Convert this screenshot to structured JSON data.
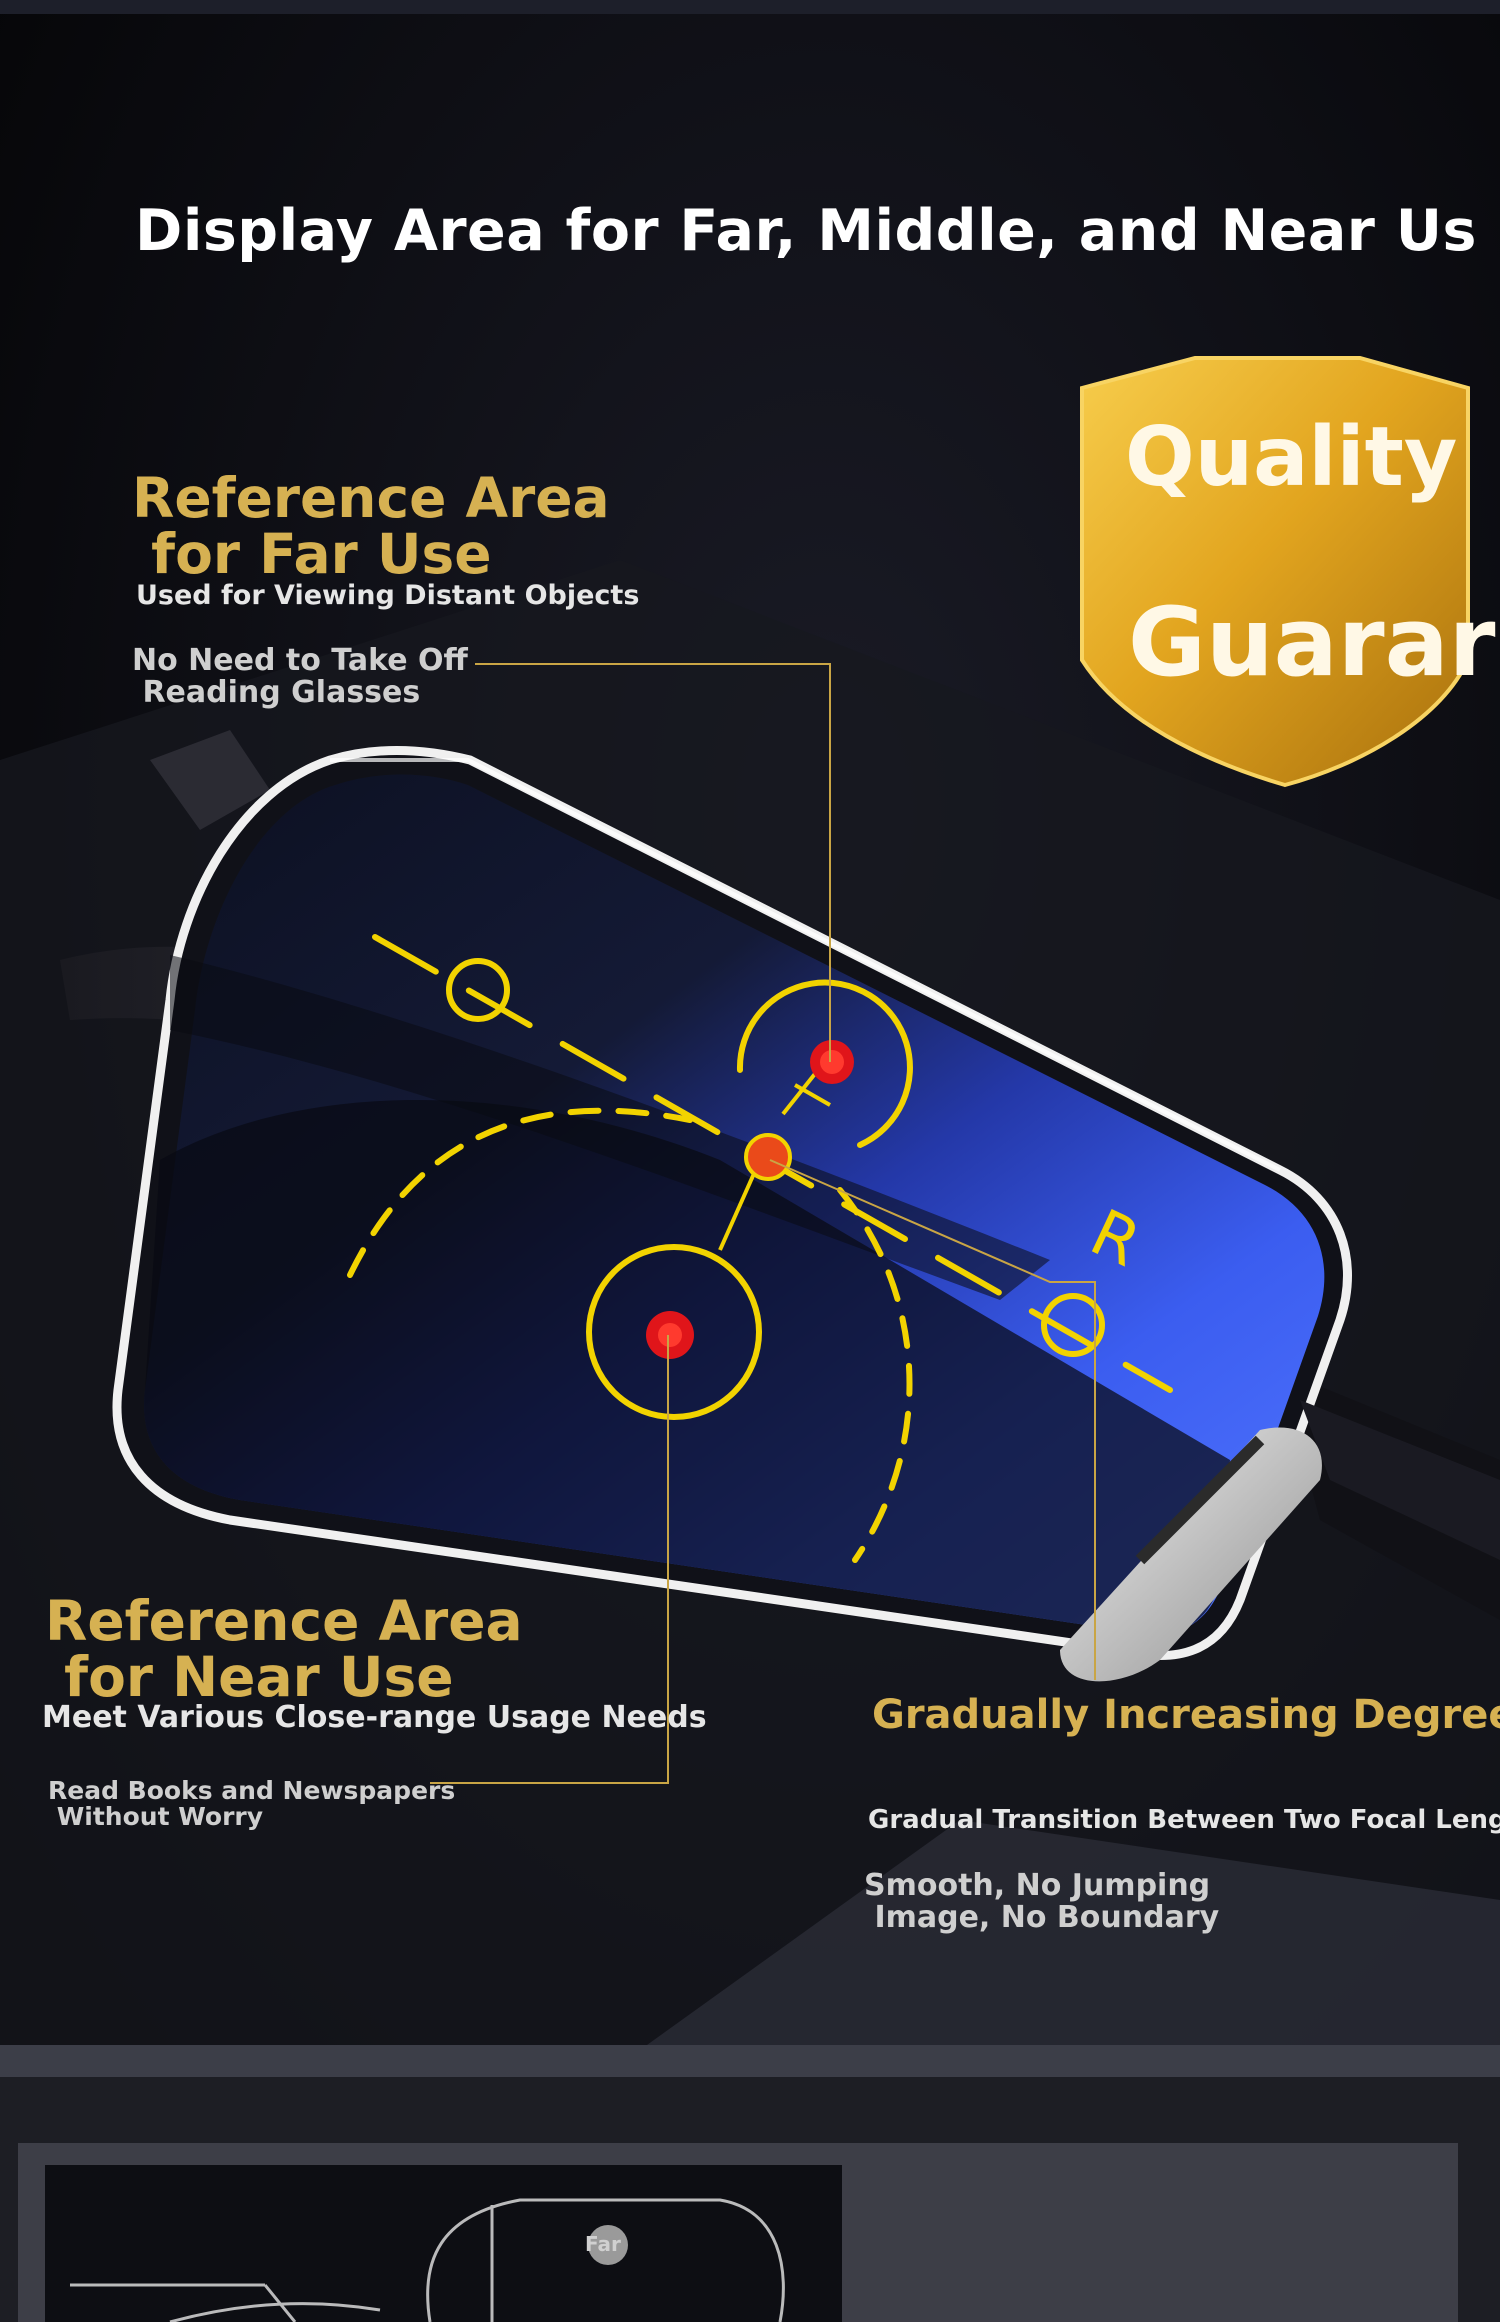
{
  "headline": "Display Area for Far, Middle, and Near Us",
  "badge": {
    "line1": "Quality",
    "line2": "Guarar"
  },
  "far": {
    "title": "Reference Area\n for Far Use",
    "subtitle": "Used for Viewing Distant Objects",
    "note": "No Need to Take Off\n Reading Glasses"
  },
  "near": {
    "title": "Reference Area\n for Near Use",
    "subtitle": "Meet Various Close-range Usage Needs",
    "note": "Read Books and Newspapers\n Without Worry"
  },
  "gradual": {
    "title": "Gradually Increasing Degree",
    "subtitle": "Gradual Transition Between Two Focal Leng",
    "note": "Smooth, No Jumping\n Image, No Boundary"
  },
  "lens_label": "R",
  "thumb_label": "Far",
  "colors": {
    "gold": "#d6b152",
    "yellow_marks": "#f2d300",
    "lens_blue": "#3b5df0",
    "red_dot": "#e0151a"
  }
}
